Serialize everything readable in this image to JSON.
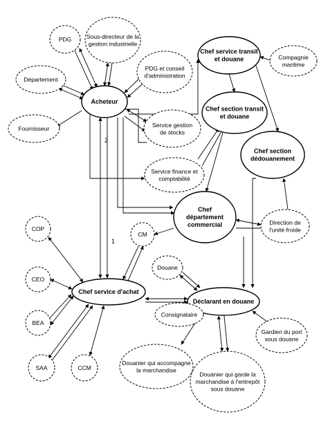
{
  "nodes": {
    "pdg": {
      "lines": [
        "PDG"
      ],
      "style": "dashed"
    },
    "sous_directeur": {
      "lines": [
        "Sous-directeur de la",
        "gestion industrielle"
      ],
      "style": "dashed"
    },
    "departement": {
      "lines": [
        "Département"
      ],
      "style": "dashed"
    },
    "pdg_conseil": {
      "lines": [
        "PDG  et conseil",
        "d'administration"
      ],
      "style": "dashed"
    },
    "acheteur": {
      "lines": [
        "Acheteur"
      ],
      "style": "solid",
      "bold": true
    },
    "service_stocks": {
      "lines": [
        "Service gestion",
        "de stocks"
      ],
      "style": "dashed"
    },
    "fournisseur": {
      "lines": [
        "Fournisseur"
      ],
      "style": "dashed"
    },
    "chef_transit": {
      "lines": [
        "Chef service transit",
        "et douane"
      ],
      "style": "solid",
      "bold": true
    },
    "compagnie": {
      "lines": [
        "Compagnie",
        "maritime"
      ],
      "style": "dashed"
    },
    "chef_section_transit": {
      "lines": [
        "Chef section transit",
        "et douane"
      ],
      "style": "solid",
      "bold": true
    },
    "chef_dedouanement": {
      "lines": [
        "Chef section",
        "dédouanement"
      ],
      "style": "solid",
      "bold": true
    },
    "service_finance": {
      "lines": [
        "Service finance et",
        "comptabilité"
      ],
      "style": "dashed"
    },
    "chef_commercial": {
      "lines": [
        "Chef",
        "département",
        "commercial"
      ],
      "style": "solid",
      "bold": true
    },
    "direction_froide": {
      "lines": [
        "Direction de",
        "l'unité froide"
      ],
      "style": "dashed"
    },
    "cop": {
      "lines": [
        "COP"
      ],
      "style": "dashed"
    },
    "cm": {
      "lines": [
        "CM"
      ],
      "style": "dashed"
    },
    "ceo": {
      "lines": [
        "CEO"
      ],
      "style": "dashed"
    },
    "douane": {
      "lines": [
        "Douane"
      ],
      "style": "dashed"
    },
    "chef_achat": {
      "lines": [
        "Chef service d'achat"
      ],
      "style": "solid",
      "bold": true
    },
    "declarant": {
      "lines": [
        "Déclarant en douane"
      ],
      "style": "solid",
      "bold": true
    },
    "consignataire": {
      "lines": [
        "Consignataire"
      ],
      "style": "dashed"
    },
    "bea": {
      "lines": [
        "BEA"
      ],
      "style": "dashed"
    },
    "gardien": {
      "lines": [
        "Gardien du port",
        "sous douane"
      ],
      "style": "dashed"
    },
    "saa": {
      "lines": [
        "SAA"
      ],
      "style": "dashed"
    },
    "ccm": {
      "lines": [
        "CCM"
      ],
      "style": "dashed"
    },
    "douanier_accompagne": {
      "lines": [
        "Douanier qui accompagne",
        "la marchandise"
      ],
      "style": "dashed"
    },
    "douanier_garde": {
      "lines": [
        "Douanier qui garde  la",
        "marchandise à l'entrepôt",
        "sous douane"
      ],
      "style": "dashed"
    }
  },
  "edge_labels": {
    "label_1": "1",
    "label_2": "2"
  },
  "colors": {
    "stroke": "#000000",
    "background": "#ffffff"
  }
}
